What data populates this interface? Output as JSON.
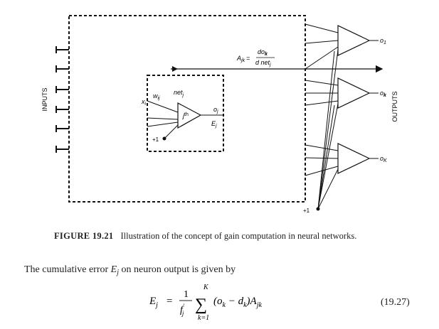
{
  "figure": {
    "inputs_label": "INPUTS",
    "outputs_label": "OUTPUTS",
    "gain_A": "A",
    "gain_A_sub": "jk",
    "gain_eq": "=",
    "gain_num": "do",
    "gain_num_sub": "k",
    "gain_den": "d net",
    "gain_den_sub": "j",
    "neuron_label": "j",
    "neuron_label_sup": "th",
    "net_label": "net",
    "net_sub": "j",
    "x_label": "x",
    "x_sub": "i",
    "w_label": "w",
    "w_sub": "ij",
    "bias_inner": "+1",
    "bias_outer": "+1",
    "o_inner": "o",
    "o_inner_sub": "j",
    "E_inner": "E",
    "E_inner_sub": "j",
    "out1": "o",
    "out1_sub": "1",
    "outk": "o",
    "outk_sub": "k",
    "outK": "o",
    "outK_sub": "K"
  },
  "caption": {
    "label": "FIGURE 19.21",
    "text": "Illustration of the concept of gain computation in neural networks."
  },
  "body": {
    "text_before": "The cumulative error",
    "var": "E",
    "var_sub": "j",
    "text_after": "on neuron output is given by"
  },
  "equation": {
    "lhs": "E",
    "lhs_sub": "j",
    "eq": "=",
    "frac_num": "1",
    "frac_den": "f",
    "frac_den_sup": "′",
    "frac_den_sub": "j",
    "sum_top": "K",
    "sum_bottom": "k=1",
    "term": "(o",
    "term_sub1": "k",
    "term_mid": " − d",
    "term_sub2": "k",
    "term_end": ")A",
    "term_sub3": "jk",
    "number": "(19.27)"
  }
}
